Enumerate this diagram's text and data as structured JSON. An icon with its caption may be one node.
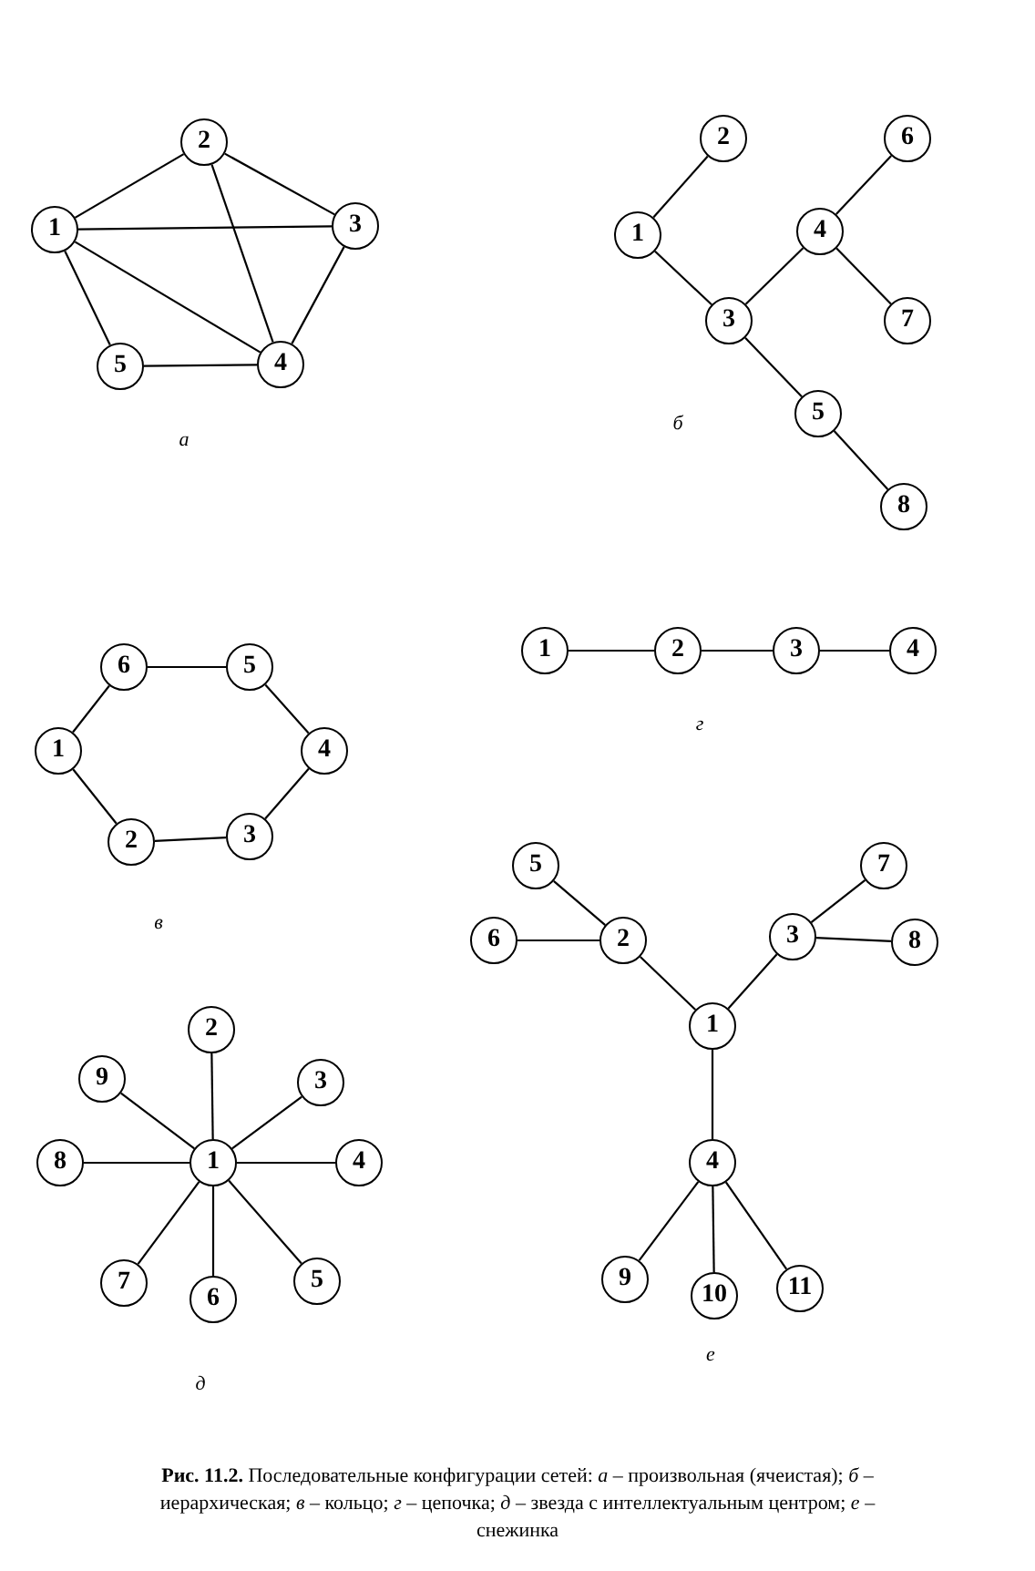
{
  "diagram": {
    "caption": "**Рис. 11.2.** Последовательные конфигурации сетей: *а* – произвольная (ячеистая); *б* – иерархическая; *в* – кольцо; *г* – цепочка; *д* – звезда с интеллектуальным центром; *е* – снежинка",
    "nodes": [
      {
        "text": [
          "1"
        ]
      },
      {
        "text": [
          "2"
        ]
      },
      {
        "text": [
          "3"
        ]
      },
      {
        "text": [
          "4"
        ]
      },
      {
        "text": [
          "5"
        ]
      },
      {
        "text": [
          "1"
        ]
      },
      {
        "text": [
          "2"
        ]
      },
      {
        "text": [
          "3"
        ]
      },
      {
        "text": [
          "4"
        ]
      },
      {
        "text": [
          "5"
        ]
      },
      {
        "text": [
          "6"
        ]
      },
      {
        "text": [
          "7"
        ]
      },
      {
        "text": [
          "8"
        ]
      },
      {
        "text": [
          "1"
        ]
      },
      {
        "text": [
          "2"
        ]
      },
      {
        "text": [
          "3"
        ]
      },
      {
        "text": [
          "4"
        ]
      },
      {
        "text": [
          "5"
        ]
      },
      {
        "text": [
          "6"
        ]
      },
      {
        "text": [
          "1"
        ]
      },
      {
        "text": [
          "2"
        ]
      },
      {
        "text": [
          "3"
        ]
      },
      {
        "text": [
          "4"
        ]
      },
      {
        "text": [
          "1"
        ]
      },
      {
        "text": [
          "2"
        ]
      },
      {
        "text": [
          "3"
        ]
      },
      {
        "text": [
          "4"
        ]
      },
      {
        "text": [
          "5"
        ]
      },
      {
        "text": [
          "6"
        ]
      },
      {
        "text": [
          "7"
        ]
      },
      {
        "text": [
          "8"
        ]
      },
      {
        "text": [
          "9"
        ]
      },
      {
        "text": [
          "1"
        ]
      },
      {
        "text": [
          "2"
        ]
      },
      {
        "text": [
          "3"
        ]
      },
      {
        "text": [
          "4"
        ]
      },
      {
        "text": [
          "5"
        ]
      },
      {
        "text": [
          "6"
        ]
      },
      {
        "text": [
          "7"
        ]
      },
      {
        "text": [
          "8"
        ]
      },
      {
        "text": [
          "9"
        ]
      },
      {
        "text": [
          "10"
        ]
      },
      {
        "text": [
          "11"
        ]
      }
    ],
    "edges": [
      {
        "from": 0,
        "to": 1,
        "arrow": "none"
      },
      {
        "from": 0,
        "to": 2,
        "arrow": "none"
      },
      {
        "from": 0,
        "to": 3,
        "arrow": "none"
      },
      {
        "from": 0,
        "to": 4,
        "arrow": "none"
      },
      {
        "from": 1,
        "to": 2,
        "arrow": "none"
      },
      {
        "from": 1,
        "to": 3,
        "arrow": "none"
      },
      {
        "from": 2,
        "to": 3,
        "arrow": "none"
      },
      {
        "from": 4,
        "to": 3,
        "arrow": "none"
      },
      {
        "from": 6,
        "to": 5,
        "arrow": "none"
      },
      {
        "from": 5,
        "to": 7,
        "arrow": "none"
      },
      {
        "from": 7,
        "to": 8,
        "arrow": "none"
      },
      {
        "from": 8,
        "to": 10,
        "arrow": "none"
      },
      {
        "from": 8,
        "to": 11,
        "arrow": "none"
      },
      {
        "from": 7,
        "to": 9,
        "arrow": "none"
      },
      {
        "from": 9,
        "to": 12,
        "arrow": "none"
      },
      {
        "from": 13,
        "to": 18,
        "arrow": "none"
      },
      {
        "from": 18,
        "to": 17,
        "arrow": "none"
      },
      {
        "from": 17,
        "to": 16,
        "arrow": "none"
      },
      {
        "from": 16,
        "to": 15,
        "arrow": "none"
      },
      {
        "from": 15,
        "to": 14,
        "arrow": "none"
      },
      {
        "from": 14,
        "to": 13,
        "arrow": "none"
      },
      {
        "from": 19,
        "to": 20,
        "arrow": "none"
      },
      {
        "from": 20,
        "to": 21,
        "arrow": "none"
      },
      {
        "from": 21,
        "to": 22,
        "arrow": "none"
      },
      {
        "from": 23,
        "to": 24,
        "arrow": "none"
      },
      {
        "from": 23,
        "to": 25,
        "arrow": "none"
      },
      {
        "from": 23,
        "to": 26,
        "arrow": "none"
      },
      {
        "from": 23,
        "to": 27,
        "arrow": "none"
      },
      {
        "from": 23,
        "to": 28,
        "arrow": "none"
      },
      {
        "from": 23,
        "to": 29,
        "arrow": "none"
      },
      {
        "from": 23,
        "to": 30,
        "arrow": "none"
      },
      {
        "from": 23,
        "to": 31,
        "arrow": "none"
      },
      {
        "from": 32,
        "to": 33,
        "arrow": "none"
      },
      {
        "from": 33,
        "to": 36,
        "arrow": "none"
      },
      {
        "from": 33,
        "to": 37,
        "arrow": "none"
      },
      {
        "from": 32,
        "to": 34,
        "arrow": "none"
      },
      {
        "from": 34,
        "to": 38,
        "arrow": "none"
      },
      {
        "from": 34,
        "to": 39,
        "arrow": "none"
      },
      {
        "from": 32,
        "to": 35,
        "arrow": "none"
      },
      {
        "from": 35,
        "to": 40,
        "arrow": "none"
      },
      {
        "from": 35,
        "to": 41,
        "arrow": "none"
      },
      {
        "from": 35,
        "to": 42,
        "arrow": "none"
      }
    ],
    "labels": [
      "а",
      "б",
      "в",
      "г",
      "д",
      "е"
    ]
  }
}
